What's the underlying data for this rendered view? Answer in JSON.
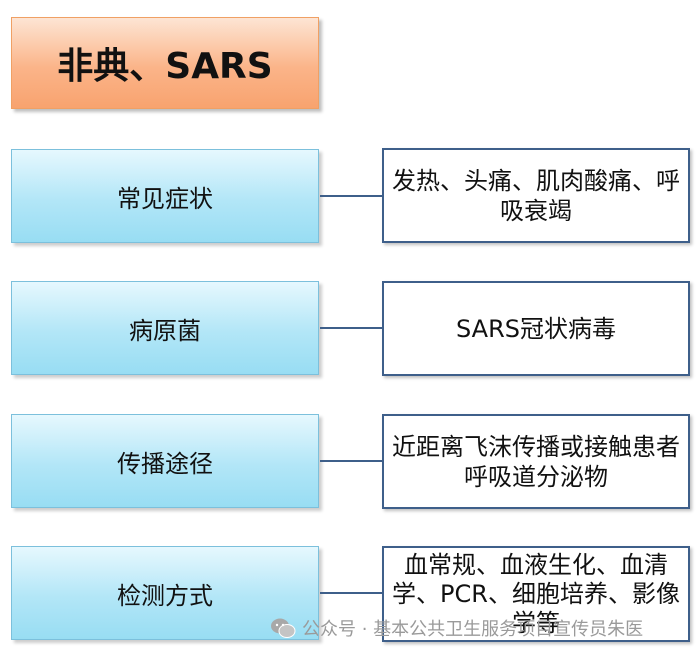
{
  "title": "非典、SARS",
  "rows": [
    {
      "category": "常见症状",
      "description": "发热、头痛、肌肉酸痛、呼吸衰竭"
    },
    {
      "category": "病原菌",
      "description": "SARS冠状病毒"
    },
    {
      "category": "传播途径",
      "description": "近距离飞沫传播或接触患者呼吸道分泌物"
    },
    {
      "category": "检测方式",
      "description": "血常规、血液生化、血清学、PCR、细胞培养、影像学等"
    }
  ],
  "watermark": {
    "text": "公众号 · 基本公共卫生服务项目宣传员朱医",
    "icon": "wechat-icon"
  }
}
